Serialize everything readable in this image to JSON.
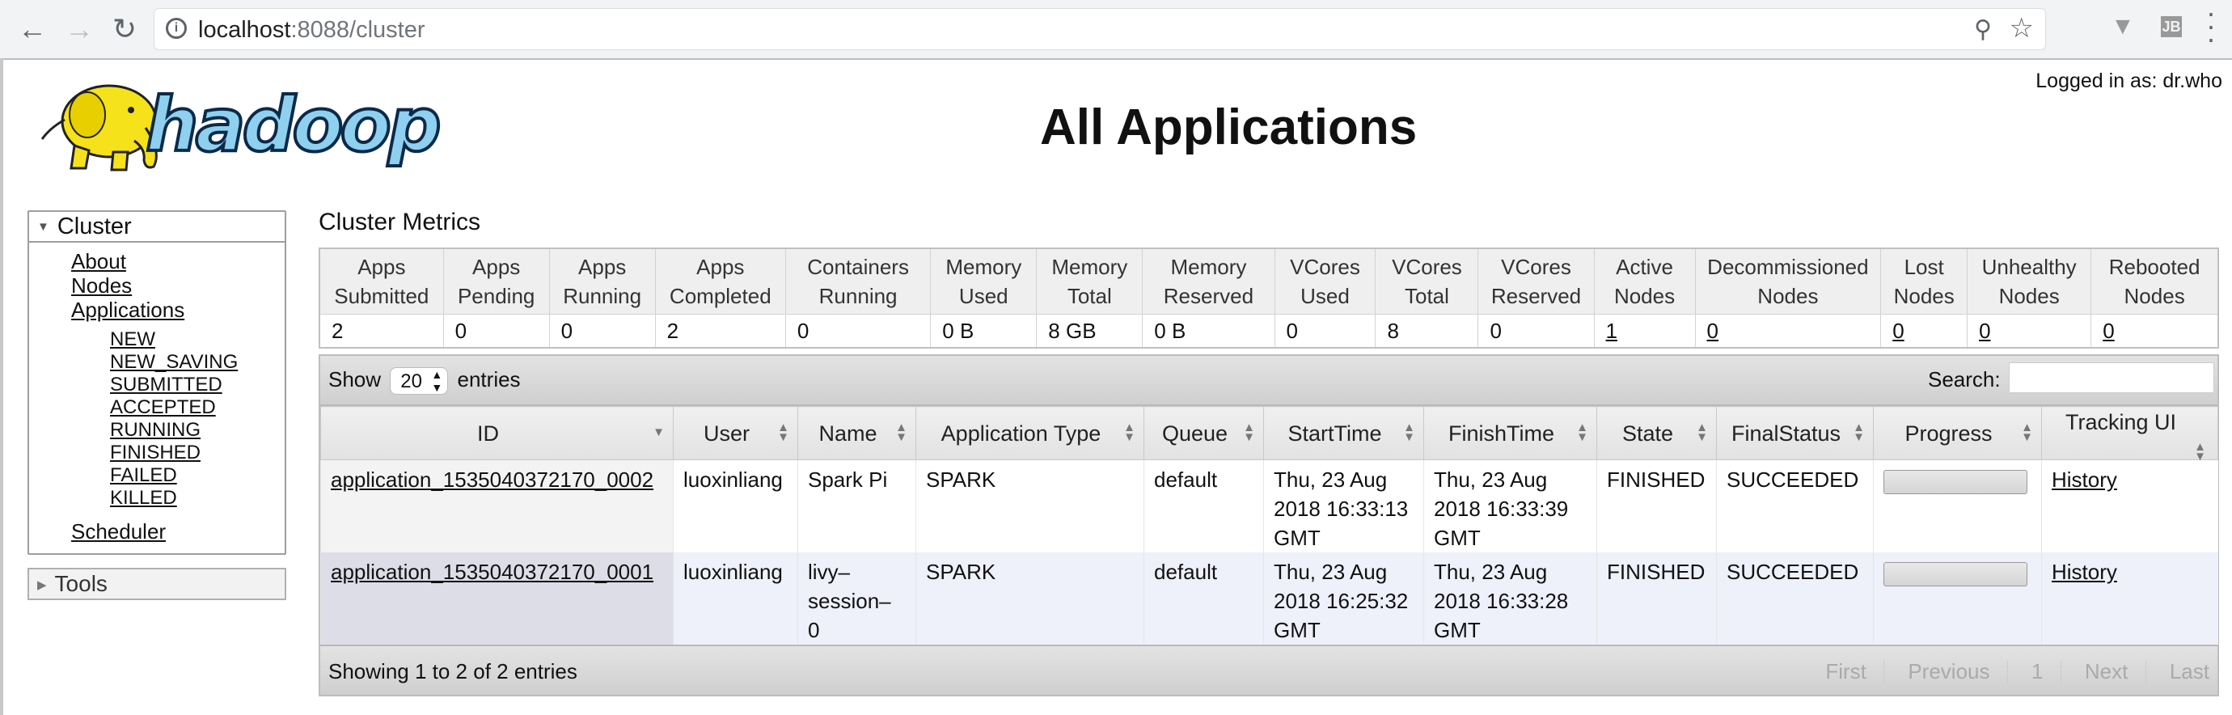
{
  "browser": {
    "url_host": "localhost",
    "url_rest": ":8088/cluster",
    "back_icon": "arrow-left-icon",
    "forward_icon": "arrow-right-icon",
    "reload_icon": "reload-icon"
  },
  "header": {
    "logged_in": "Logged in as: dr.who",
    "title": "All Applications",
    "logo_text": "hadoop"
  },
  "sidebar": {
    "cluster_label": "Cluster",
    "links": [
      "About",
      "Nodes",
      "Applications"
    ],
    "states": [
      "NEW",
      "NEW_SAVING",
      "SUBMITTED",
      "ACCEPTED",
      "RUNNING",
      "FINISHED",
      "FAILED",
      "KILLED"
    ],
    "scheduler": "Scheduler",
    "tools_label": "Tools"
  },
  "metrics": {
    "title": "Cluster Metrics",
    "headers": [
      [
        "Apps",
        "Submitted"
      ],
      [
        "Apps",
        "Pending"
      ],
      [
        "Apps",
        "Running"
      ],
      [
        "Apps",
        "Completed"
      ],
      [
        "Containers",
        "Running"
      ],
      [
        "Memory",
        "Used"
      ],
      [
        "Memory",
        "Total"
      ],
      [
        "Memory",
        "Reserved"
      ],
      [
        "VCores",
        "Used"
      ],
      [
        "VCores",
        "Total"
      ],
      [
        "VCores",
        "Reserved"
      ],
      [
        "Active",
        "Nodes"
      ],
      [
        "Decommissioned",
        "Nodes"
      ],
      [
        "Lost",
        "Nodes"
      ],
      [
        "Unhealthy",
        "Nodes"
      ],
      [
        "Rebooted",
        "Nodes"
      ]
    ],
    "values": [
      "2",
      "0",
      "0",
      "2",
      "0",
      "0 B",
      "8 GB",
      "0 B",
      "0",
      "8",
      "0",
      "1",
      "0",
      "0",
      "0",
      "0"
    ]
  },
  "apps": {
    "show_label": "Show",
    "entries_value": "20",
    "entries_label": "entries",
    "search_label": "Search:",
    "columns": [
      "ID",
      "User",
      "Name",
      "Application Type",
      "Queue",
      "StartTime",
      "FinishTime",
      "State",
      "FinalStatus",
      "Progress",
      "Tracking UI"
    ],
    "rows": [
      {
        "id": "application_1535040372170_0002",
        "user": "luoxinliang",
        "name": "Spark Pi",
        "type": "SPARK",
        "queue": "default",
        "start": [
          "Thu, 23 Aug",
          "2018 16:33:13",
          "GMT"
        ],
        "finish": [
          "Thu, 23 Aug",
          "2018 16:33:39",
          "GMT"
        ],
        "state": "FINISHED",
        "final_status": "SUCCEEDED",
        "progress": 1.0,
        "tracking": "History"
      },
      {
        "id": "application_1535040372170_0001",
        "user": "luoxinliang",
        "name_lines": [
          "livy–",
          "session–",
          "0"
        ],
        "type": "SPARK",
        "queue": "default",
        "start": [
          "Thu, 23 Aug",
          "2018 16:25:32",
          "GMT"
        ],
        "finish": [
          "Thu, 23 Aug",
          "2018 16:33:28",
          "GMT"
        ],
        "state": "FINISHED",
        "final_status": "SUCCEEDED",
        "progress": 1.0,
        "tracking": "History"
      }
    ],
    "showing": "Showing 1 to 2 of 2 entries",
    "pager": {
      "first": "First",
      "previous": "Previous",
      "page": "1",
      "next": "Next",
      "last": "Last"
    }
  }
}
